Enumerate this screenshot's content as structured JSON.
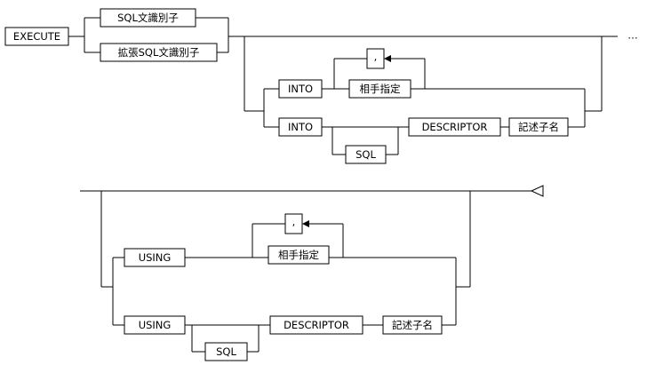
{
  "diagram": {
    "top": {
      "execute": "EXECUTE",
      "sql_statement_id": "SQL文識別子",
      "extended_sql_statement_id": "拡張SQL文識別子",
      "into_1": "INTO",
      "comma_1": ",",
      "target_spec_1": "相手指定",
      "into_2": "INTO",
      "sql_1": "SQL",
      "descriptor_1": "DESCRIPTOR",
      "descriptor_name_1": "記述子名",
      "continuation": "…"
    },
    "bottom": {
      "using_1": "USING",
      "comma_2": ",",
      "target_spec_2": "相手指定",
      "using_2": "USING",
      "sql_2": "SQL",
      "descriptor_2": "DESCRIPTOR",
      "descriptor_name_2": "記述子名"
    }
  }
}
